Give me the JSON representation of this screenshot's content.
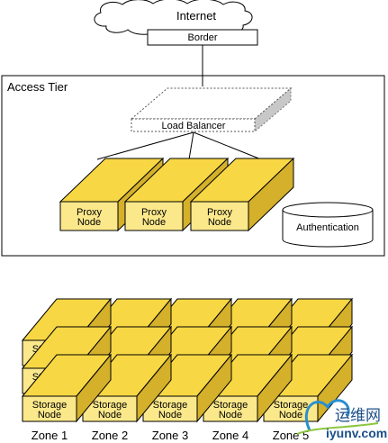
{
  "internet": {
    "label": "Internet"
  },
  "border": {
    "label": "Border"
  },
  "access_tier": {
    "label": "Access Tier"
  },
  "load_balancer": {
    "label": "Load Balancer"
  },
  "proxy": {
    "line1": "Proxy",
    "line2": "Node",
    "count": 3
  },
  "auth": {
    "label": "Authentication"
  },
  "storage": {
    "line1": "Storage",
    "line2": "Node",
    "rows": 3
  },
  "zones": [
    "Zone 1",
    "Zone 2",
    "Zone 3",
    "Zone 4",
    "Zone 5"
  ],
  "watermark": {
    "cn": "运维网",
    "en": "iyunv.com"
  },
  "colors": {
    "node_front": "#fbe88b",
    "node_top": "#f7d744",
    "node_side": "#d4b02b",
    "outline": "#000000"
  }
}
